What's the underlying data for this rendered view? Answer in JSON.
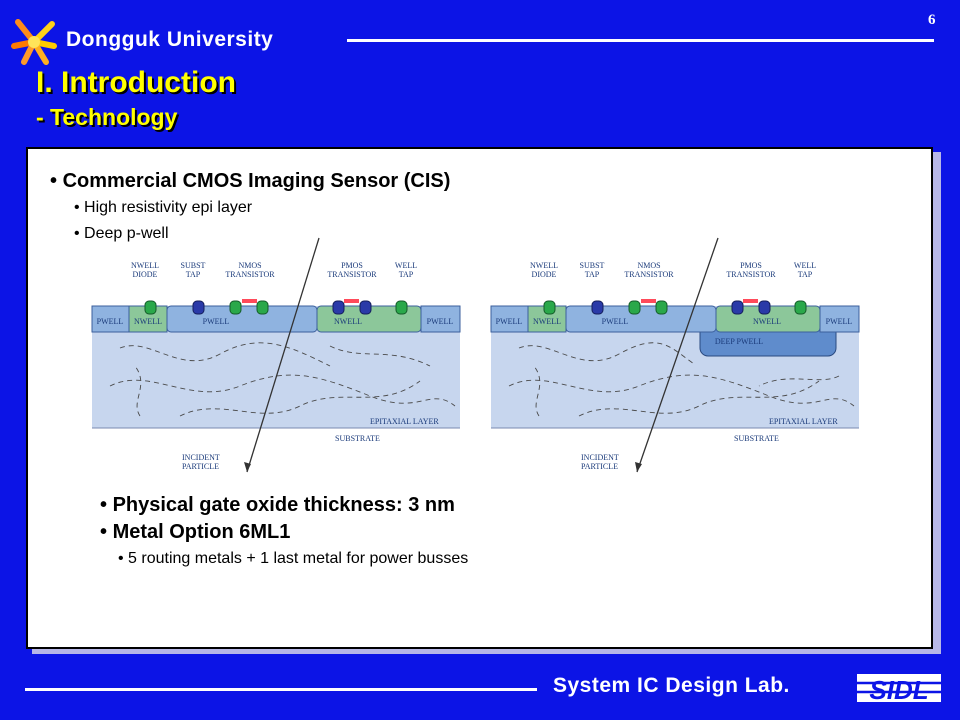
{
  "header": {
    "university": "Dongguk University",
    "page_number": "6",
    "logo_icon": "dongguk-star-logo"
  },
  "slide": {
    "title": "I. Introduction",
    "subtitle": "- Technology"
  },
  "content": {
    "cis_heading": "Commercial CMOS Imaging Sensor (CIS)",
    "cis_items": [
      "High resistivity epi layer",
      "Deep p-well"
    ],
    "gate_oxide": "Physical gate oxide thickness: 3 nm",
    "metal_option": "Metal Option 6ML1",
    "metal_items": [
      "5 routing metals + 1 last metal for power busses"
    ]
  },
  "diagrams": [
    {
      "top_labels": [
        [
          "NWELL",
          "DIODE"
        ],
        [
          "SUBST",
          "TAP"
        ],
        [
          "NMOS",
          "TRANSISTOR"
        ],
        [
          "PMOS",
          "TRANSISTOR"
        ],
        [
          "WELL",
          "TAP"
        ]
      ],
      "region_labels": [
        "PWELL",
        "NWELL",
        "PWELL",
        "NWELL",
        "PWELL"
      ],
      "layer_labels": [
        "EPITAXIAL LAYER",
        "SUBSTRATE"
      ],
      "particle_label": [
        "INCIDENT",
        "PARTICLE"
      ]
    },
    {
      "top_labels": [
        [
          "NWELL",
          "DIODE"
        ],
        [
          "SUBST",
          "TAP"
        ],
        [
          "NMOS",
          "TRANSISTOR"
        ],
        [
          "PMOS",
          "TRANSISTOR"
        ],
        [
          "WELL",
          "TAP"
        ]
      ],
      "region_labels": [
        "PWELL",
        "NWELL",
        "PWELL",
        "NWELL",
        "PWELL"
      ],
      "deep_label": "DEEP PWELL",
      "layer_labels": [
        "EPITAXIAL LAYER",
        "SUBSTRATE"
      ],
      "particle_label": [
        "INCIDENT",
        "PARTICLE"
      ]
    }
  ],
  "footer": {
    "lab": "System IC Design Lab.",
    "lab_logo_text": "SIDL"
  },
  "colors": {
    "background": "#0c14e6",
    "heading": "#ffff00",
    "well_blue": "#8fb3e0",
    "nwell_green": "#8cc79a",
    "epi_fill": "#c7d6ee"
  }
}
